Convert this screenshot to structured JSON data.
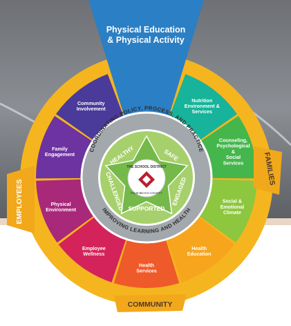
{
  "header": {
    "line1": "Physical Education",
    "line2": "& Physical Activity"
  },
  "outer_ring": {
    "families": "FAMILIES",
    "employees": "EMPLOYEES",
    "community": "COMMUNITY"
  },
  "components": [
    {
      "id": "nutrition",
      "lines": [
        "Nutrition",
        "Environment &",
        "Services"
      ],
      "color": "#17b39b"
    },
    {
      "id": "counseling",
      "lines": [
        "Counseling,",
        "Psychological",
        "&",
        "Social",
        "Services"
      ],
      "color": "#45b64c"
    },
    {
      "id": "social",
      "lines": [
        "Social &",
        "Emotional",
        "Climate"
      ],
      "color": "#8dc63f"
    },
    {
      "id": "health-education",
      "lines": [
        "Health",
        "Education"
      ],
      "color": "#f7a51c"
    },
    {
      "id": "health-services",
      "lines": [
        "Health",
        "Services"
      ],
      "color": "#ef5a2a"
    },
    {
      "id": "employee-wellness",
      "lines": [
        "Employee",
        "Wellness"
      ],
      "color": "#d4235b"
    },
    {
      "id": "physical-environment",
      "lines": [
        "Physical",
        "Environment"
      ],
      "color": "#a8287a"
    },
    {
      "id": "family-engagement",
      "lines": [
        "Family",
        "Engagement"
      ],
      "color": "#6d33a0"
    },
    {
      "id": "community-involvement",
      "lines": [
        "Community",
        "Involvement"
      ],
      "color": "#4a3a9a"
    }
  ],
  "inner_ring": {
    "top": "COORDINATING POLICY, PROCESS, AND PRACTICE",
    "bottom": "IMPROVING LEARNING AND HEALTH"
  },
  "star": {
    "healthy": "HEALTHY",
    "safe": "SAFE",
    "engaged": "ENGAGED",
    "supported": "SUPPORTED",
    "challenged": "CHALLENGED"
  },
  "logo": {
    "top": "THE SCHOOL DISTRICT",
    "bottom": "PALM BEACH COUNTY"
  },
  "colors": {
    "pe_wedge": "#2b7fc4",
    "outer_ring": "#f5b51f",
    "inner_ring": "#9aa0a6",
    "star": "#74b94a",
    "center_disc": "#a6d06b"
  }
}
